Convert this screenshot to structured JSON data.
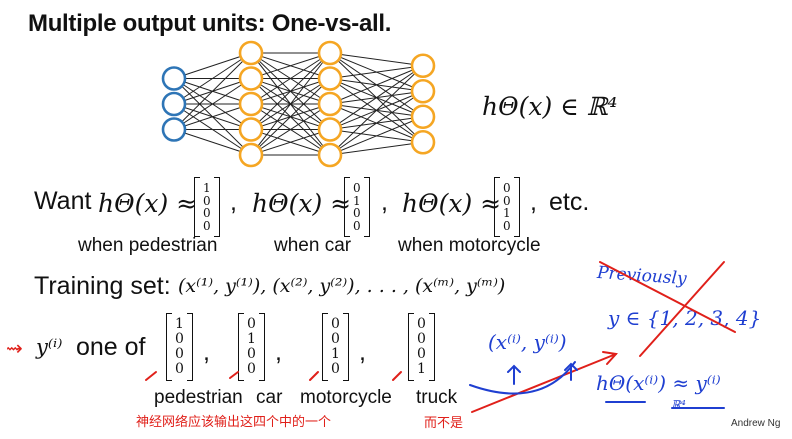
{
  "slide": {
    "title": "Multiple output units: One-vs-all.",
    "h_formula": "hΘ(x) ∈ ℝ⁴",
    "want_label": "Want",
    "want_items": [
      {
        "lhs": "hΘ(x) ≈",
        "vector": [
          "1",
          "0",
          "0",
          "0"
        ],
        "caption": "when pedestrian"
      },
      {
        "lhs": "hΘ(x) ≈",
        "vector": [
          "0",
          "1",
          "0",
          "0"
        ],
        "caption": "when car"
      },
      {
        "lhs": "hΘ(x) ≈",
        "vector": [
          "0",
          "0",
          "1",
          "0"
        ],
        "caption": "when motorcycle"
      }
    ],
    "etc": "etc.",
    "training_label": "Training set:",
    "training_formula": "(x⁽¹⁾, y⁽¹⁾), (x⁽²⁾, y⁽²⁾), . . . , (x⁽ᵐ⁾, y⁽ᵐ⁾)",
    "y_label": "y⁽ⁱ⁾",
    "one_of": "one of",
    "y_vectors": [
      {
        "vector": [
          "1",
          "0",
          "0",
          "0"
        ],
        "caption": "pedestrian"
      },
      {
        "vector": [
          "0",
          "1",
          "0",
          "0"
        ],
        "caption": "car"
      },
      {
        "vector": [
          "0",
          "0",
          "1",
          "0"
        ],
        "caption": "motorcycle"
      },
      {
        "vector": [
          "0",
          "0",
          "0",
          "1"
        ],
        "caption": "truck"
      }
    ],
    "author": "Andrew Ng"
  },
  "network": {
    "layers": [
      3,
      5,
      5,
      4
    ],
    "input_color": "#2e75b6",
    "hidden_color": "#f5a623"
  },
  "annotations": {
    "chinese_note": "神经网络应该输出这四个中的一个",
    "not_note": "而不是",
    "previously": "Previously",
    "y_set": "y ∈ {1, 2, 3, 4}",
    "pair": "(x⁽ⁱ⁾, y⁽ⁱ⁾)",
    "approx": "hΘ(x⁽ⁱ⁾) ≈ y⁽ⁱ⁾",
    "r4": "ℝ⁴",
    "ink_red": "#e0201a",
    "ink_blue": "#1f3fd1"
  }
}
